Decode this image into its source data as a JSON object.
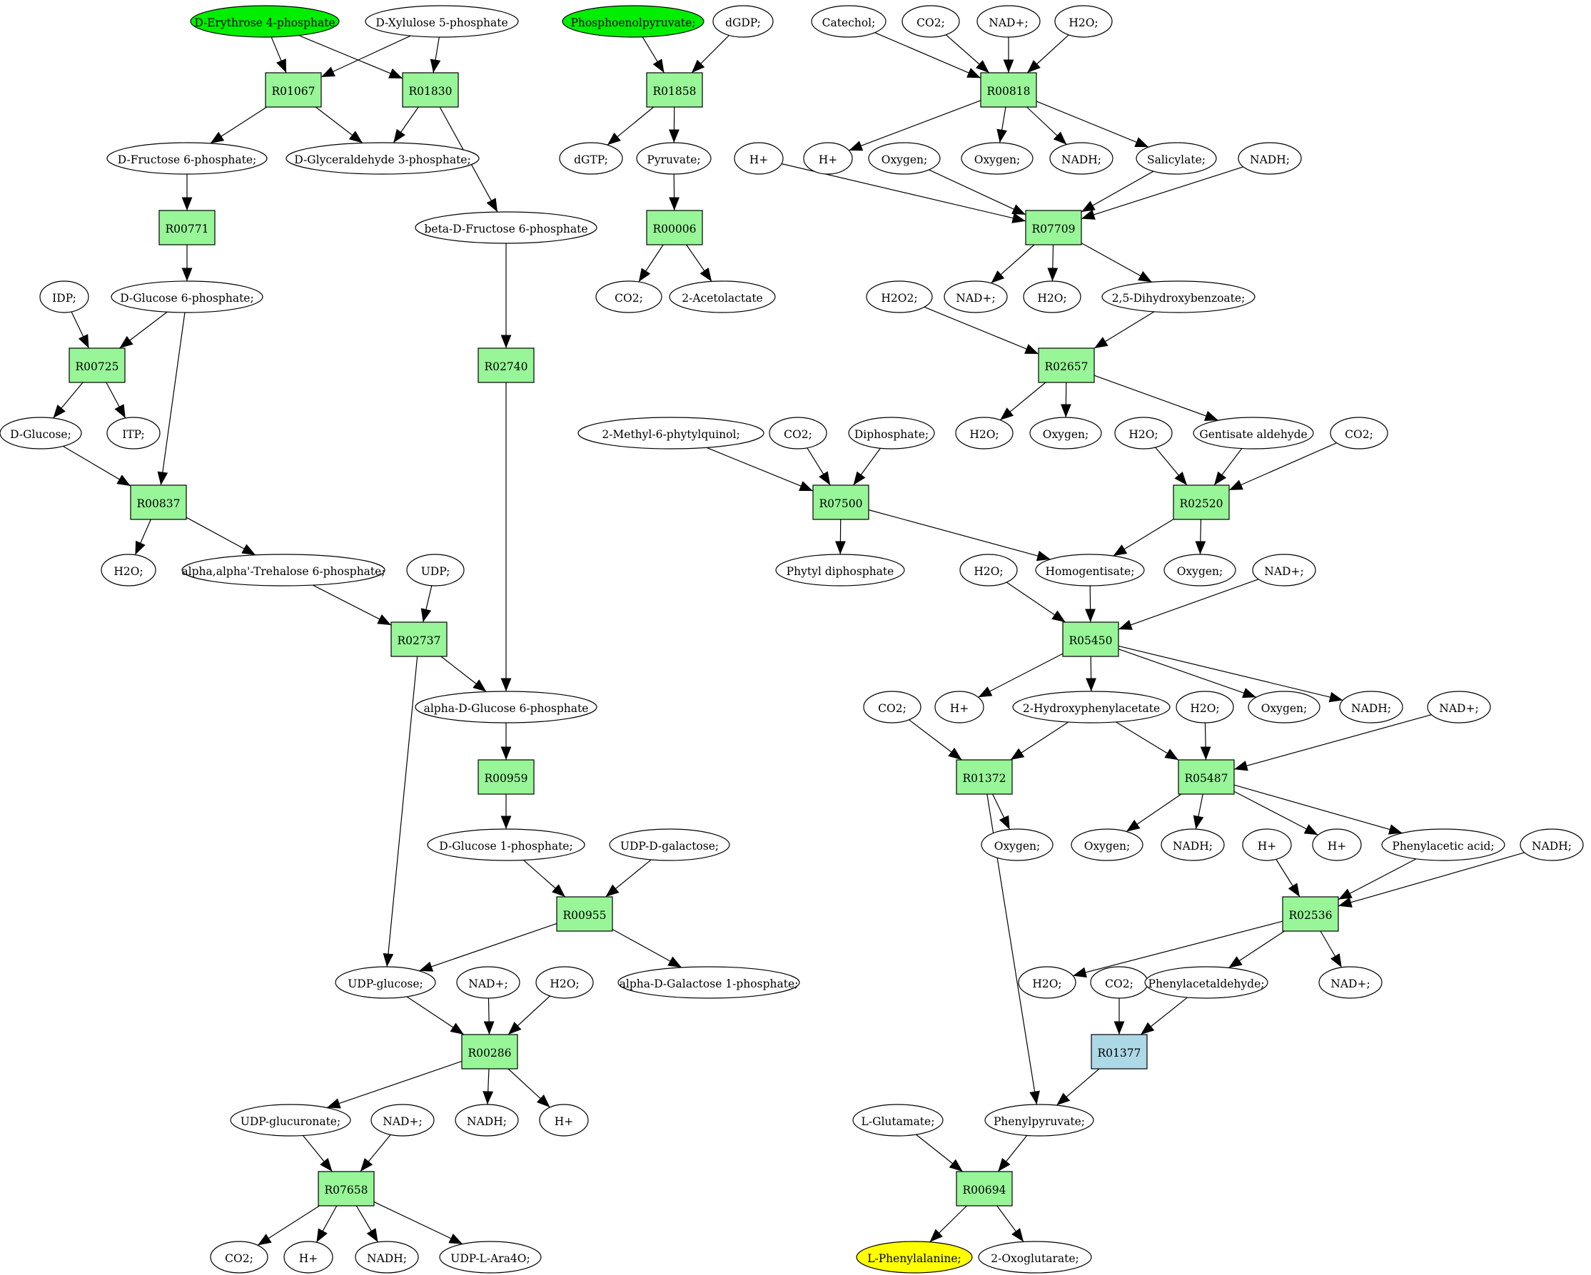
{
  "colors": {
    "reaction": "#98f598",
    "reaction_highlight": "#add8e6",
    "source_compound": "#00ee00",
    "target_compound": "#ffff00",
    "compound": "#ffffff"
  },
  "compounds": [
    {
      "id": "e4p",
      "label": "D-Erythrose 4-phosphate",
      "role": "source"
    },
    {
      "id": "x5p",
      "label": "D-Xylulose 5-phosphate"
    },
    {
      "id": "pep",
      "label": "Phosphoenolpyruvate;",
      "role": "source"
    },
    {
      "id": "dgdp",
      "label": "dGDP;"
    },
    {
      "id": "catechol",
      "label": "Catechol;"
    },
    {
      "id": "co2_1",
      "label": "CO2;"
    },
    {
      "id": "nad_1",
      "label": "NAD+;"
    },
    {
      "id": "h2o_1",
      "label": "H2O;"
    },
    {
      "id": "f6p",
      "label": "D-Fructose 6-phosphate;"
    },
    {
      "id": "g3p",
      "label": "D-Glyceraldehyde 3-phosphate;"
    },
    {
      "id": "dgtp",
      "label": "dGTP;"
    },
    {
      "id": "pyruvate",
      "label": "Pyruvate;"
    },
    {
      "id": "hplus_1",
      "label": "H+"
    },
    {
      "id": "hplus_2",
      "label": "H+"
    },
    {
      "id": "oxygen_1",
      "label": "Oxygen;"
    },
    {
      "id": "oxygen_2",
      "label": "Oxygen;"
    },
    {
      "id": "nadh_1",
      "label": "NADH;"
    },
    {
      "id": "salicylate",
      "label": "Salicylate;"
    },
    {
      "id": "nadh_2",
      "label": "NADH;"
    },
    {
      "id": "bf6p",
      "label": "beta-D-Fructose 6-phosphate"
    },
    {
      "id": "idp",
      "label": "IDP;"
    },
    {
      "id": "g6p",
      "label": "D-Glucose 6-phosphate;"
    },
    {
      "id": "co2_2",
      "label": "CO2;"
    },
    {
      "id": "acetolactate",
      "label": "2-Acetolactate"
    },
    {
      "id": "h2o2",
      "label": "H2O2;"
    },
    {
      "id": "nad_2",
      "label": "NAD+;"
    },
    {
      "id": "h2o_2",
      "label": "H2O;"
    },
    {
      "id": "dhb",
      "label": "2,5-Dihydroxybenzoate;"
    },
    {
      "id": "glucose",
      "label": "D-Glucose;"
    },
    {
      "id": "itp",
      "label": "ITP;"
    },
    {
      "id": "mpq",
      "label": "2-Methyl-6-phytylquinol;"
    },
    {
      "id": "co2_3",
      "label": "CO2;"
    },
    {
      "id": "diphosphate",
      "label": "Diphosphate;"
    },
    {
      "id": "h2o_3",
      "label": "H2O;"
    },
    {
      "id": "oxygen_3",
      "label": "Oxygen;"
    },
    {
      "id": "h2o_4",
      "label": "H2O;"
    },
    {
      "id": "gentisald",
      "label": "Gentisate aldehyde"
    },
    {
      "id": "co2_4",
      "label": "CO2;"
    },
    {
      "id": "h2o_5",
      "label": "H2O;"
    },
    {
      "id": "trehalose6p",
      "label": "alpha,alpha'-Trehalose 6-phosphate;"
    },
    {
      "id": "udp",
      "label": "UDP;"
    },
    {
      "id": "phytyldp",
      "label": "Phytyl diphosphate"
    },
    {
      "id": "h2o_6",
      "label": "H2O;"
    },
    {
      "id": "homogentisate",
      "label": "Homogentisate;"
    },
    {
      "id": "oxygen_4",
      "label": "Oxygen;"
    },
    {
      "id": "nad_3",
      "label": "NAD+;"
    },
    {
      "id": "ag6p",
      "label": "alpha-D-Glucose 6-phosphate"
    },
    {
      "id": "co2_5",
      "label": "CO2;"
    },
    {
      "id": "hplus_3",
      "label": "H+"
    },
    {
      "id": "hpa",
      "label": "2-Hydroxyphenylacetate"
    },
    {
      "id": "h2o_7",
      "label": "H2O;"
    },
    {
      "id": "oxygen_5",
      "label": "Oxygen;"
    },
    {
      "id": "nadh_3",
      "label": "NADH;"
    },
    {
      "id": "nad_4",
      "label": "NAD+;"
    },
    {
      "id": "g1p",
      "label": "D-Glucose 1-phosphate;"
    },
    {
      "id": "udpgal",
      "label": "UDP-D-galactose;"
    },
    {
      "id": "oxygen_6",
      "label": "Oxygen;"
    },
    {
      "id": "oxygen_7",
      "label": "Oxygen;"
    },
    {
      "id": "nadh_4",
      "label": "NADH;"
    },
    {
      "id": "hplus_4",
      "label": "H+"
    },
    {
      "id": "hplus_5",
      "label": "H+"
    },
    {
      "id": "paa",
      "label": "Phenylacetic acid;"
    },
    {
      "id": "nadh_5",
      "label": "NADH;"
    },
    {
      "id": "udpglc",
      "label": "UDP-glucose;"
    },
    {
      "id": "nad_5",
      "label": "NAD+;"
    },
    {
      "id": "h2o_8",
      "label": "H2O;"
    },
    {
      "id": "agal1p",
      "label": "alpha-D-Galactose 1-phosphate;"
    },
    {
      "id": "h2o_9",
      "label": "H2O;"
    },
    {
      "id": "co2_6",
      "label": "CO2;"
    },
    {
      "id": "phenylacetaldehyde",
      "label": "Phenylacetaldehyde;"
    },
    {
      "id": "nad_6",
      "label": "NAD+;"
    },
    {
      "id": "udpglcua",
      "label": "UDP-glucuronate;"
    },
    {
      "id": "nad_7",
      "label": "NAD+;"
    },
    {
      "id": "nadh_6",
      "label": "NADH;"
    },
    {
      "id": "hplus_6",
      "label": "H+"
    },
    {
      "id": "lglu",
      "label": "L-Glutamate;"
    },
    {
      "id": "phenylpyruvate",
      "label": "Phenylpyruvate;"
    },
    {
      "id": "co2_7",
      "label": "CO2;"
    },
    {
      "id": "hplus_7",
      "label": "H+"
    },
    {
      "id": "nadh_7",
      "label": "NADH;"
    },
    {
      "id": "udpara",
      "label": "UDP-L-Ara4O;"
    },
    {
      "id": "lphe",
      "label": "L-Phenylalanine;",
      "role": "target"
    },
    {
      "id": "oxoglutarate",
      "label": "2-Oxoglutarate;"
    }
  ],
  "reactions": [
    {
      "id": "R01067",
      "label": "R01067"
    },
    {
      "id": "R01830",
      "label": "R01830"
    },
    {
      "id": "R01858",
      "label": "R01858"
    },
    {
      "id": "R00818",
      "label": "R00818"
    },
    {
      "id": "R00771",
      "label": "R00771"
    },
    {
      "id": "R00006",
      "label": "R00006"
    },
    {
      "id": "R07709",
      "label": "R07709"
    },
    {
      "id": "R00725",
      "label": "R00725"
    },
    {
      "id": "R02740",
      "label": "R02740"
    },
    {
      "id": "R02657",
      "label": "R02657"
    },
    {
      "id": "R00837",
      "label": "R00837"
    },
    {
      "id": "R07500",
      "label": "R07500"
    },
    {
      "id": "R02520",
      "label": "R02520"
    },
    {
      "id": "R02737",
      "label": "R02737"
    },
    {
      "id": "R05450",
      "label": "R05450"
    },
    {
      "id": "R00959",
      "label": "R00959"
    },
    {
      "id": "R01372",
      "label": "R01372"
    },
    {
      "id": "R05487",
      "label": "R05487"
    },
    {
      "id": "R00955",
      "label": "R00955"
    },
    {
      "id": "R02536",
      "label": "R02536"
    },
    {
      "id": "R00286",
      "label": "R00286"
    },
    {
      "id": "R01377",
      "label": "R01377",
      "highlight": true
    },
    {
      "id": "R07658",
      "label": "R07658"
    },
    {
      "id": "R00694",
      "label": "R00694"
    }
  ],
  "edges": [
    [
      "e4p",
      "R01067"
    ],
    [
      "e4p",
      "R01830"
    ],
    [
      "x5p",
      "R01067"
    ],
    [
      "x5p",
      "R01830"
    ],
    [
      "R01067",
      "f6p"
    ],
    [
      "R01067",
      "g3p"
    ],
    [
      "R01830",
      "g3p"
    ],
    [
      "R01830",
      "bf6p"
    ],
    [
      "pep",
      "R01858"
    ],
    [
      "dgdp",
      "R01858"
    ],
    [
      "R01858",
      "dgtp"
    ],
    [
      "R01858",
      "pyruvate"
    ],
    [
      "pyruvate",
      "R00006"
    ],
    [
      "R00006",
      "co2_2"
    ],
    [
      "R00006",
      "acetolactate"
    ],
    [
      "catechol",
      "R00818"
    ],
    [
      "co2_1",
      "R00818"
    ],
    [
      "nad_1",
      "R00818"
    ],
    [
      "h2o_1",
      "R00818"
    ],
    [
      "R00818",
      "hplus_2"
    ],
    [
      "R00818",
      "oxygen_2"
    ],
    [
      "R00818",
      "nadh_1"
    ],
    [
      "R00818",
      "salicylate"
    ],
    [
      "hplus_1",
      "R07709"
    ],
    [
      "oxygen_1",
      "R07709"
    ],
    [
      "salicylate",
      "R07709"
    ],
    [
      "nadh_2",
      "R07709"
    ],
    [
      "R07709",
      "nad_2"
    ],
    [
      "R07709",
      "h2o_2"
    ],
    [
      "R07709",
      "dhb"
    ],
    [
      "f6p",
      "R00771"
    ],
    [
      "R00771",
      "g6p"
    ],
    [
      "idp",
      "R00725"
    ],
    [
      "g6p",
      "R00725"
    ],
    [
      "R00725",
      "glucose"
    ],
    [
      "R00725",
      "itp"
    ],
    [
      "g6p",
      "R00837"
    ],
    [
      "glucose",
      "R00837"
    ],
    [
      "R00837",
      "h2o_5"
    ],
    [
      "R00837",
      "trehalose6p"
    ],
    [
      "bf6p",
      "R02740"
    ],
    [
      "R02740",
      "ag6p"
    ],
    [
      "h2o2",
      "R02657"
    ],
    [
      "dhb",
      "R02657"
    ],
    [
      "R02657",
      "h2o_3"
    ],
    [
      "R02657",
      "oxygen_3"
    ],
    [
      "R02657",
      "gentisald"
    ],
    [
      "mpq",
      "R07500"
    ],
    [
      "co2_3",
      "R07500"
    ],
    [
      "diphosphate",
      "R07500"
    ],
    [
      "R07500",
      "phytyldp"
    ],
    [
      "R07500",
      "homogentisate"
    ],
    [
      "h2o_4",
      "R02520"
    ],
    [
      "gentisald",
      "R02520"
    ],
    [
      "co2_4",
      "R02520"
    ],
    [
      "R02520",
      "homogentisate"
    ],
    [
      "R02520",
      "oxygen_4"
    ],
    [
      "trehalose6p",
      "R02737"
    ],
    [
      "udp",
      "R02737"
    ],
    [
      "R02737",
      "ag6p"
    ],
    [
      "R02737",
      "udpglc"
    ],
    [
      "h2o_6",
      "R05450"
    ],
    [
      "homogentisate",
      "R05450"
    ],
    [
      "nad_3",
      "R05450"
    ],
    [
      "R05450",
      "hplus_3"
    ],
    [
      "R05450",
      "hpa"
    ],
    [
      "R05450",
      "oxygen_5"
    ],
    [
      "R05450",
      "nadh_3"
    ],
    [
      "ag6p",
      "R00959"
    ],
    [
      "R00959",
      "g1p"
    ],
    [
      "co2_5",
      "R01372"
    ],
    [
      "hpa",
      "R01372"
    ],
    [
      "R01372",
      "oxygen_6"
    ],
    [
      "R01372",
      "phenylpyruvate"
    ],
    [
      "hpa",
      "R05487"
    ],
    [
      "h2o_7",
      "R05487"
    ],
    [
      "nad_4",
      "R05487"
    ],
    [
      "R05487",
      "oxygen_7"
    ],
    [
      "R05487",
      "nadh_4"
    ],
    [
      "R05487",
      "hplus_5"
    ],
    [
      "R05487",
      "paa"
    ],
    [
      "g1p",
      "R00955"
    ],
    [
      "udpgal",
      "R00955"
    ],
    [
      "R00955",
      "udpglc"
    ],
    [
      "R00955",
      "agal1p"
    ],
    [
      "hplus_4",
      "R02536"
    ],
    [
      "paa",
      "R02536"
    ],
    [
      "nadh_5",
      "R02536"
    ],
    [
      "R02536",
      "h2o_9"
    ],
    [
      "R02536",
      "phenylacetaldehyde"
    ],
    [
      "R02536",
      "nad_6"
    ],
    [
      "udpglc",
      "R00286"
    ],
    [
      "nad_5",
      "R00286"
    ],
    [
      "h2o_8",
      "R00286"
    ],
    [
      "R00286",
      "udpglcua"
    ],
    [
      "R00286",
      "nadh_6"
    ],
    [
      "R00286",
      "hplus_6"
    ],
    [
      "co2_6",
      "R01377"
    ],
    [
      "phenylacetaldehyde",
      "R01377"
    ],
    [
      "R01377",
      "phenylpyruvate"
    ],
    [
      "udpglcua",
      "R07658"
    ],
    [
      "nad_7",
      "R07658"
    ],
    [
      "R07658",
      "co2_7"
    ],
    [
      "R07658",
      "hplus_7"
    ],
    [
      "R07658",
      "nadh_7"
    ],
    [
      "R07658",
      "udpara"
    ],
    [
      "lglu",
      "R00694"
    ],
    [
      "phenylpyruvate",
      "R00694"
    ],
    [
      "R00694",
      "lphe"
    ],
    [
      "R00694",
      "oxoglutarate"
    ]
  ]
}
